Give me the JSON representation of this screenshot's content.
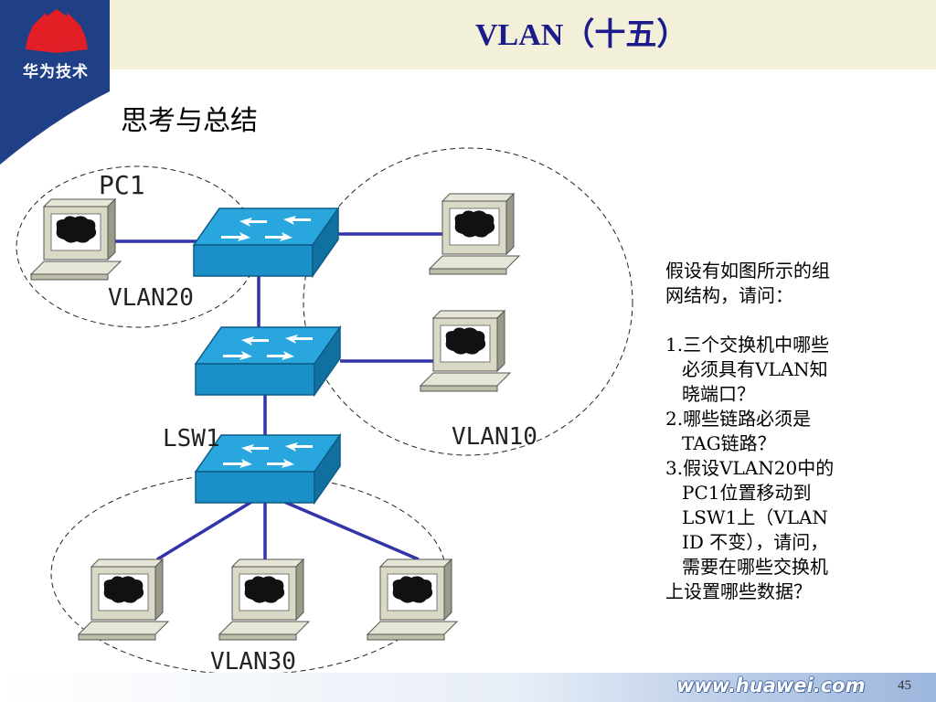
{
  "header": {
    "logo_text": "华为技术",
    "title": "VLAN（十五）"
  },
  "slide": {
    "subtitle": "思考与总结",
    "page_number": "45",
    "footer_url": "www.huawei.com"
  },
  "diagram": {
    "labels": {
      "pc1": "PC1",
      "vlan20": "VLAN20",
      "vlan10": "VLAN10",
      "lsw1": "LSW1",
      "vlan30": "VLAN30"
    }
  },
  "question": {
    "intro_1": "假设有如图所示的组",
    "intro_2": "网结构，请问：",
    "q1_a": "1.三个交换机中哪些",
    "q1_b": "必须具有VLAN知",
    "q1_c": "晓端口？",
    "q2_a": "2.哪些链路必须是",
    "q2_b": "TAG链路？",
    "q3_a": "3.假设VLAN20中的",
    "q3_b": "PC1位置移动到",
    "q3_c": "LSW1上（VLAN",
    "q3_d": "ID 不变），请问，",
    "q3_e": "需要在哪些交换机",
    "q3_f": "上设置哪些数据？"
  },
  "colors": {
    "header_bg": "#f2f0d9",
    "sidebar_blue": "#1f3f86",
    "title_color": "#1b1b8c",
    "switch_blue": "#1a9ad6",
    "link_blue": "#3333aa"
  },
  "icons": [
    "huawei-logo-icon",
    "switch-icon",
    "computer-icon"
  ]
}
